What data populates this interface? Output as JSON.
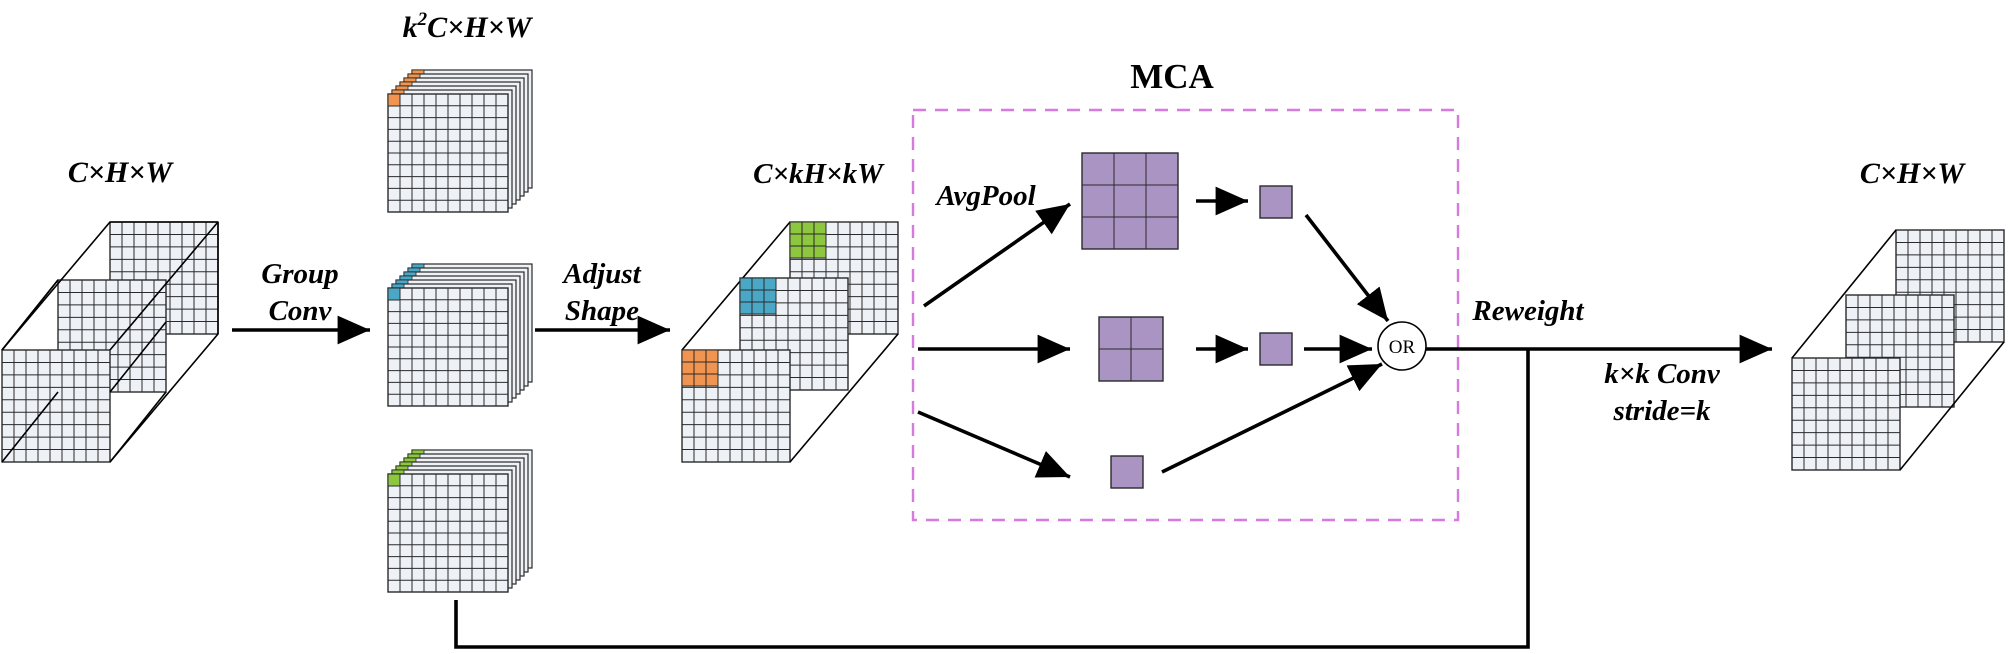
{
  "labels": {
    "input_dims": "C×H×W",
    "group_dims_k": "k",
    "group_dims_sup": "2",
    "group_dims_rest": "C×H×W",
    "group_conv_line1": "Group",
    "group_conv_line2": "Conv",
    "adjust_line1": "Adjust",
    "adjust_line2": "Shape",
    "reshaped_dims": "C×kH×kW",
    "mca_title": "MCA",
    "avgpool": "AvgPool",
    "or_node": "OR",
    "reweight": "Reweight",
    "conv_line1": "k×k Conv",
    "conv_line2": "stride=k",
    "output_dims": "C×H×W"
  },
  "colors": {
    "cell_fill": "#eef1f6",
    "grid_line": "#2a2a2a",
    "orange": "#f0944f",
    "blue": "#4aa8c6",
    "green": "#8dc63f",
    "purple": "#a994c4",
    "mca_border": "#d67ae0"
  }
}
